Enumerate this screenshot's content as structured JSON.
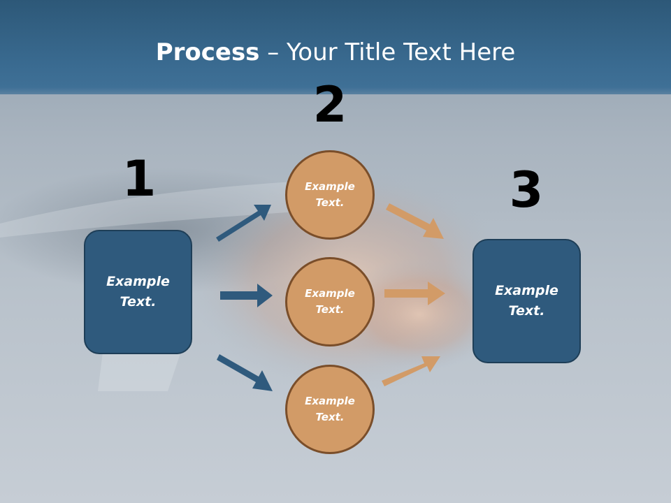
{
  "title": {
    "bold": "Process",
    "rest": " – Your Title Text Here"
  },
  "steps": [
    {
      "number": "1",
      "label": "Example Text."
    },
    {
      "number": "2",
      "items": [
        "Example Text.",
        "Example Text.",
        "Example Text."
      ]
    },
    {
      "number": "3",
      "label": "Example Text."
    }
  ],
  "colors": {
    "box": "#2f5a7d",
    "circle": "#d29b67",
    "arrow_blue": "#2f5a7d",
    "arrow_orange": "#d29b67"
  }
}
